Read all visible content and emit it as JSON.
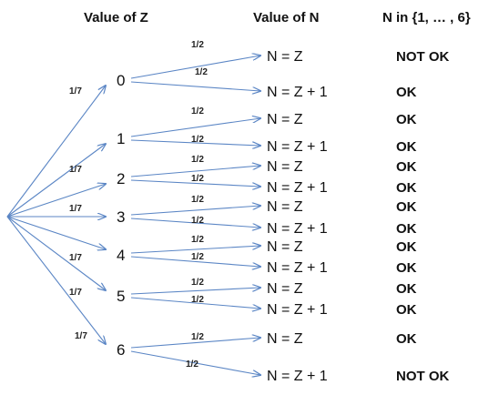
{
  "headers": {
    "z": "Value of Z",
    "n": "Value of N",
    "check": "N in {1, … , 6}"
  },
  "root_probability": "1/7",
  "branch_probability": "1/2",
  "line_color": "#5b86c5",
  "z_values": [
    {
      "z": "0",
      "outcomes": [
        {
          "n": "N = Z",
          "status": "NOT OK"
        },
        {
          "n": "N = Z + 1",
          "status": "OK"
        }
      ]
    },
    {
      "z": "1",
      "outcomes": [
        {
          "n": "N = Z",
          "status": "OK"
        },
        {
          "n": "N = Z + 1",
          "status": "OK"
        }
      ]
    },
    {
      "z": "2",
      "outcomes": [
        {
          "n": "N = Z",
          "status": "OK"
        },
        {
          "n": "N = Z + 1",
          "status": "OK"
        }
      ]
    },
    {
      "z": "3",
      "outcomes": [
        {
          "n": "N = Z",
          "status": "OK"
        },
        {
          "n": "N = Z + 1",
          "status": "OK"
        }
      ]
    },
    {
      "z": "4",
      "outcomes": [
        {
          "n": "N = Z",
          "status": "OK"
        },
        {
          "n": "N = Z + 1",
          "status": "OK"
        }
      ]
    },
    {
      "z": "5",
      "outcomes": [
        {
          "n": "N = Z",
          "status": "OK"
        },
        {
          "n": "N = Z + 1",
          "status": "OK"
        }
      ]
    },
    {
      "z": "6",
      "outcomes": [
        {
          "n": "N = Z",
          "status": "OK"
        },
        {
          "n": "N = Z + 1",
          "status": "NOT OK"
        }
      ]
    }
  ],
  "root_labels_shown": [
    0,
    2,
    3,
    4,
    5,
    6
  ]
}
